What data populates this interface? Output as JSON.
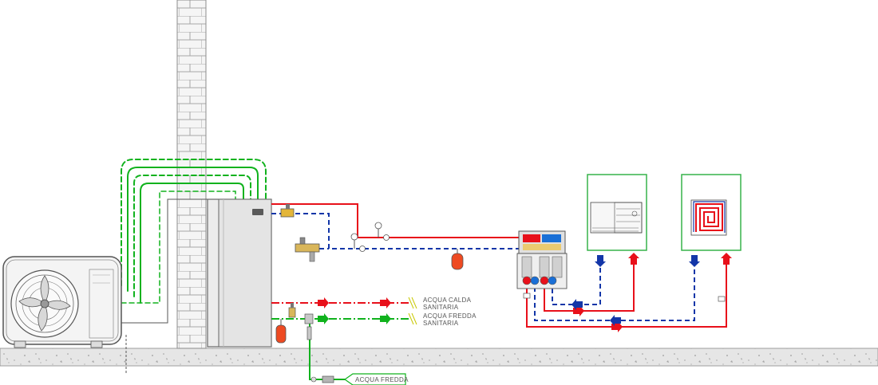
{
  "labels": {
    "dhw_hot_line1": "ACQUA CALDA",
    "dhw_hot_line2": "SANITARIA",
    "dhw_cold_line1": "ACQUA FREDDA",
    "dhw_cold_line2": "SANITARIA",
    "cold_water_inlet": "ACQUA FREDDA"
  },
  "colors": {
    "flow_hot": "#e8101a",
    "return_cold": "#1336a8",
    "domestic_water": "#10b21d",
    "frame_green": "#37b34a",
    "ground": "#e5e5e5",
    "wall": "#f4f4f4"
  },
  "icons": {
    "outdoor_unit": "heat-pump-fan-icon",
    "indoor_unit": "indoor-hydronic-module-icon",
    "expansion_vessel": "expansion-vessel-icon",
    "manifold": "distribution-manifold-icon",
    "radiator": "fan-coil-icon",
    "floor_heating": "underfloor-coil-icon"
  }
}
